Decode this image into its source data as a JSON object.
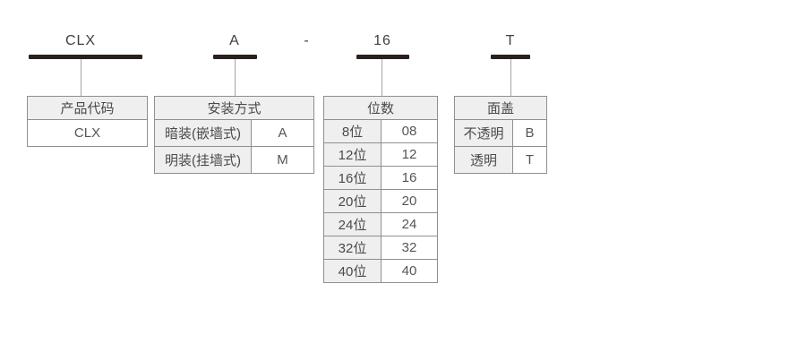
{
  "diagram": {
    "parts": [
      {
        "code": "CLX"
      },
      {
        "code": "A"
      },
      {
        "code": "16"
      },
      {
        "code": "T"
      }
    ],
    "separator": "-",
    "tables": [
      {
        "header": "产品代码",
        "rows": [
          [
            "CLX"
          ]
        ]
      },
      {
        "header": "安装方式",
        "rows": [
          [
            "暗装(嵌墙式)",
            "A"
          ],
          [
            "明装(挂墙式)",
            "M"
          ]
        ]
      },
      {
        "header": "位数",
        "rows": [
          [
            "8位",
            "08"
          ],
          [
            "12位",
            "12"
          ],
          [
            "16位",
            "16"
          ],
          [
            "20位",
            "20"
          ],
          [
            "24位",
            "24"
          ],
          [
            "32位",
            "32"
          ],
          [
            "40位",
            "40"
          ]
        ]
      },
      {
        "header": "面盖",
        "rows": [
          [
            "不透明",
            "B"
          ],
          [
            "透明",
            "T"
          ]
        ]
      }
    ]
  },
  "colors": {
    "bar": "#2a211f",
    "border": "#8f8f8f",
    "cell_bg": "#efefef",
    "line": "#aba3a0",
    "text": "#4a4a4a"
  }
}
